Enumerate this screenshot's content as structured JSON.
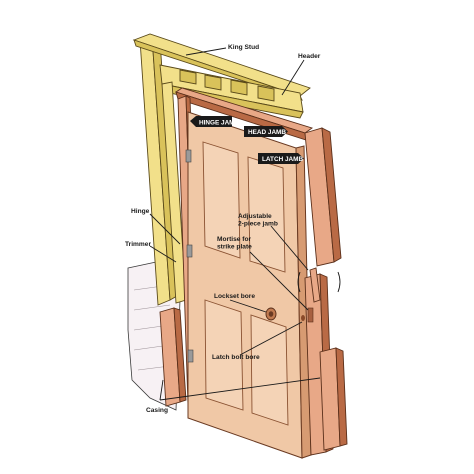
{
  "diagram": {
    "labels": {
      "king_stud": "King Stud",
      "header": "Header",
      "hinge_jamb": "HINGE JAMB",
      "head_jamb": "HEAD JAMB",
      "latch_jamb": "LATCH JAMB",
      "hinge": "Hinge",
      "trimmer": "Trimmer",
      "adjustable_jamb": "Adjustable\n2-piece jamb",
      "mortise": "Mortise for\nstrike plate",
      "lockset_bore": "Lockset bore",
      "latch_bolt_bore": "Latch bolt bore",
      "casing": "Casing"
    },
    "colors": {
      "framing": "#f2e08a",
      "jamb": "#e8a887",
      "door": "#f0c8a6",
      "wall": "#f7f1f4"
    }
  }
}
